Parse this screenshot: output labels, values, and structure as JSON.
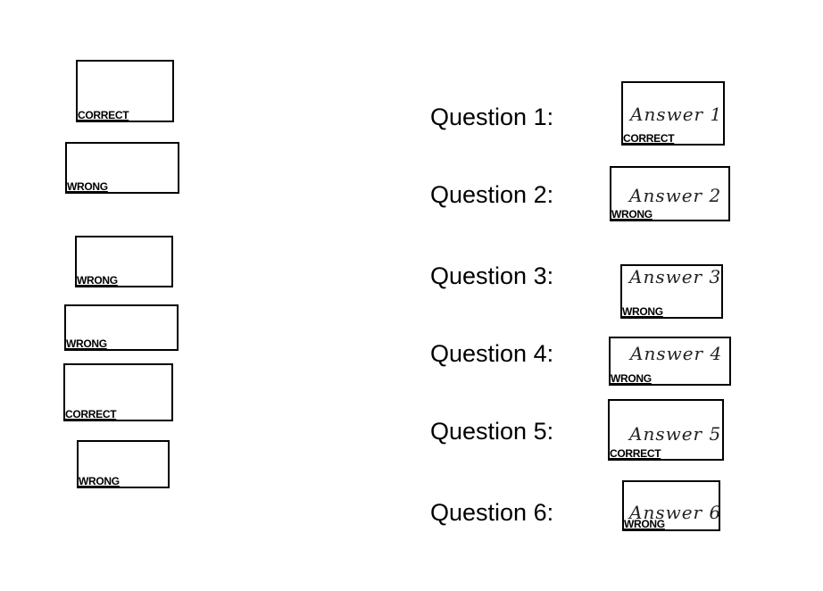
{
  "left_panel": {
    "items": [
      {
        "tag": "CORRECT"
      },
      {
        "tag": "WRONG"
      },
      {
        "tag": "WRONG"
      },
      {
        "tag": "WRONG"
      },
      {
        "tag": "CORRECT"
      },
      {
        "tag": "WRONG"
      }
    ]
  },
  "questions": [
    {
      "label": "Question 1:",
      "answer": "Answer 1",
      "tag": "CORRECT"
    },
    {
      "label": "Question 2:",
      "answer": "Answer 2",
      "tag": "WRONG"
    },
    {
      "label": "Question 3:",
      "answer": "Answer 3",
      "tag": "WRONG"
    },
    {
      "label": "Question 4:",
      "answer": "Answer 4",
      "tag": "WRONG"
    },
    {
      "label": "Question 5:",
      "answer": "Answer 5",
      "tag": "CORRECT"
    },
    {
      "label": "Question 6:",
      "answer": "Answer 6",
      "tag": "WRONG"
    }
  ]
}
